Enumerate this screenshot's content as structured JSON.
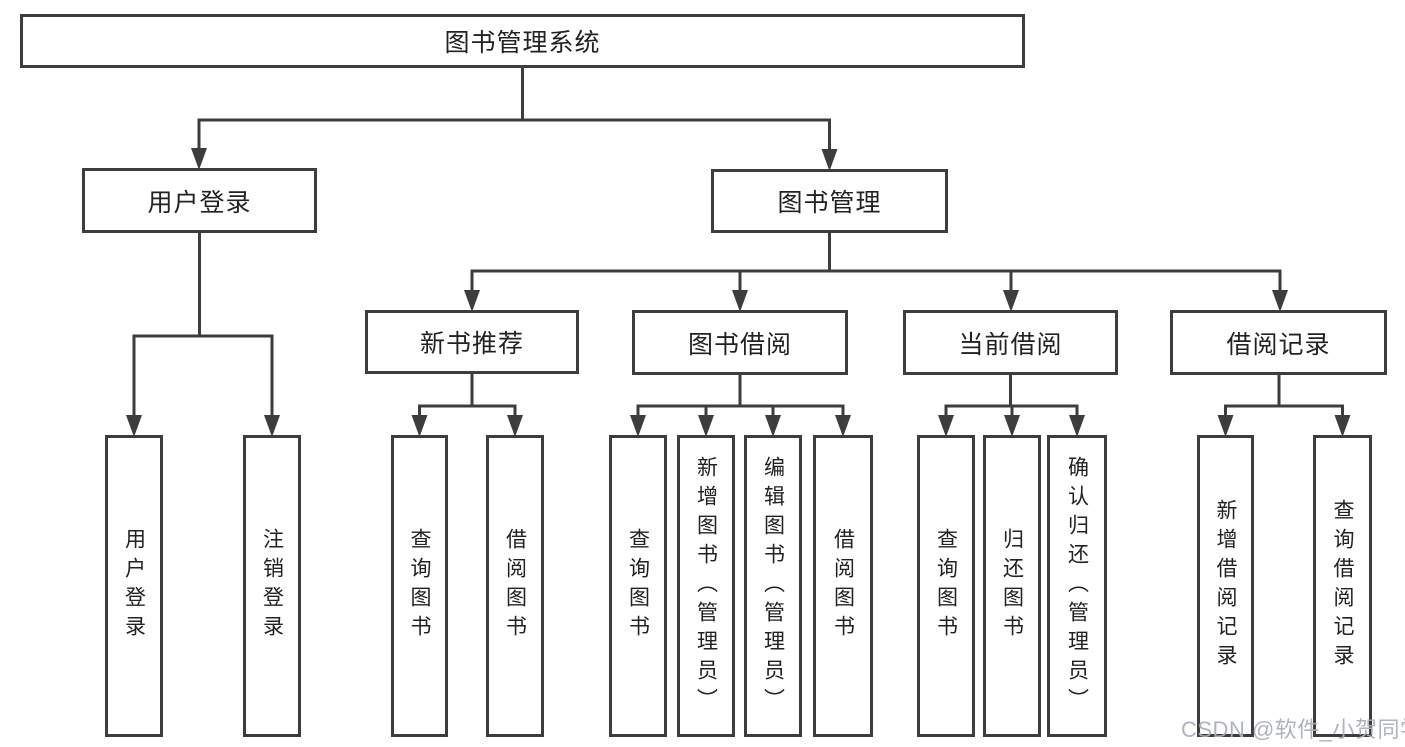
{
  "diagram": {
    "title_node": "图书管理系统",
    "login": {
      "label": "用户登录",
      "children": {
        "user_login": "用户登录",
        "logout": "注销登录"
      }
    },
    "management": {
      "label": "图书管理",
      "children": {
        "recommend": {
          "label": "新书推荐",
          "children": {
            "query_books": "查询图书",
            "borrow_books": "借阅图书"
          }
        },
        "borrowing": {
          "label": "图书借阅",
          "children": {
            "query_books": "查询图书",
            "add_books": "新增图书（管理员）",
            "edit_books": "编辑图书（管理员）",
            "borrow_books": "借阅图书"
          }
        },
        "current": {
          "label": "当前借阅",
          "children": {
            "query_books": "查询图书",
            "return_books": "归还图书",
            "confirm_return": "确认归还（管理员）"
          }
        },
        "records": {
          "label": "借阅记录",
          "children": {
            "add_record": "新增借阅记录",
            "query_record": "查询借阅记录"
          }
        }
      }
    }
  },
  "watermark": {
    "text": "CSDN @软件_小贺同学"
  },
  "colors": {
    "line": "#3d3d3d",
    "box_border": "#3d3d3d",
    "text": "#222222",
    "background": "#ffffff",
    "watermark": "#abafb9"
  }
}
